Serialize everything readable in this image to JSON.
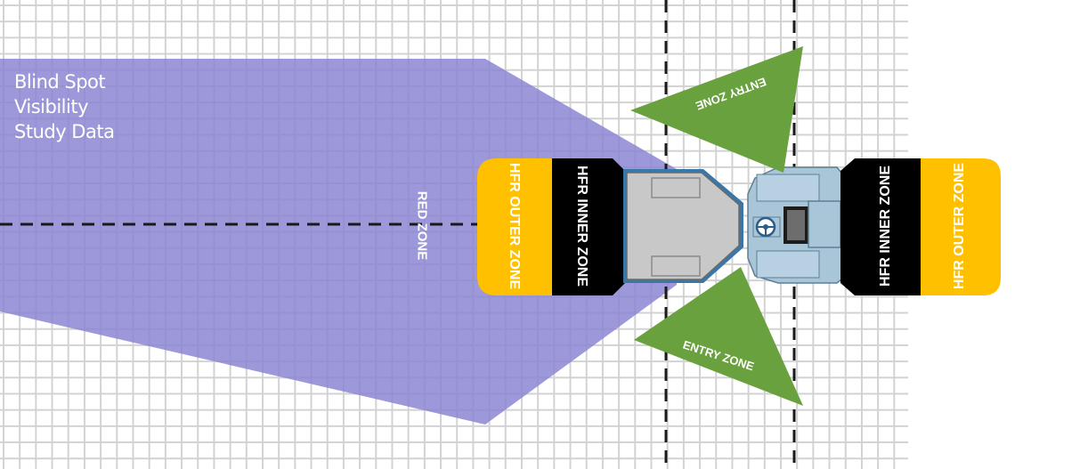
{
  "title": {
    "lines": [
      "Blind Spot",
      "Visibility",
      "Study Data"
    ]
  },
  "zones": {
    "red_zone": "RED ZONE",
    "entry_zone_top": "ENTRY ZONE",
    "entry_zone_bottom": "ENTRY ZONE",
    "hfr_inner_left": "HFR INNER ZONE",
    "hfr_outer_left": "HFR OUTER ZONE",
    "hfr_inner_right": "HFR INNER ZONE",
    "hfr_outer_right": "HFR OUTER ZONE"
  },
  "colors": {
    "blind_spot": "#8b86d2",
    "entry_zone": "#6aa13f",
    "hfr_outer": "#ffc000",
    "hfr_inner": "#000000",
    "vehicle_cab": "#a9c6d9",
    "vehicle_body": "#c8c8c8",
    "grid_line": "#d2d2d2",
    "boundary_line": "#1a1a1a"
  },
  "icons": {
    "vehicle": "vehicle-topdown-icon",
    "steering_wheel": "steering-wheel-icon"
  }
}
